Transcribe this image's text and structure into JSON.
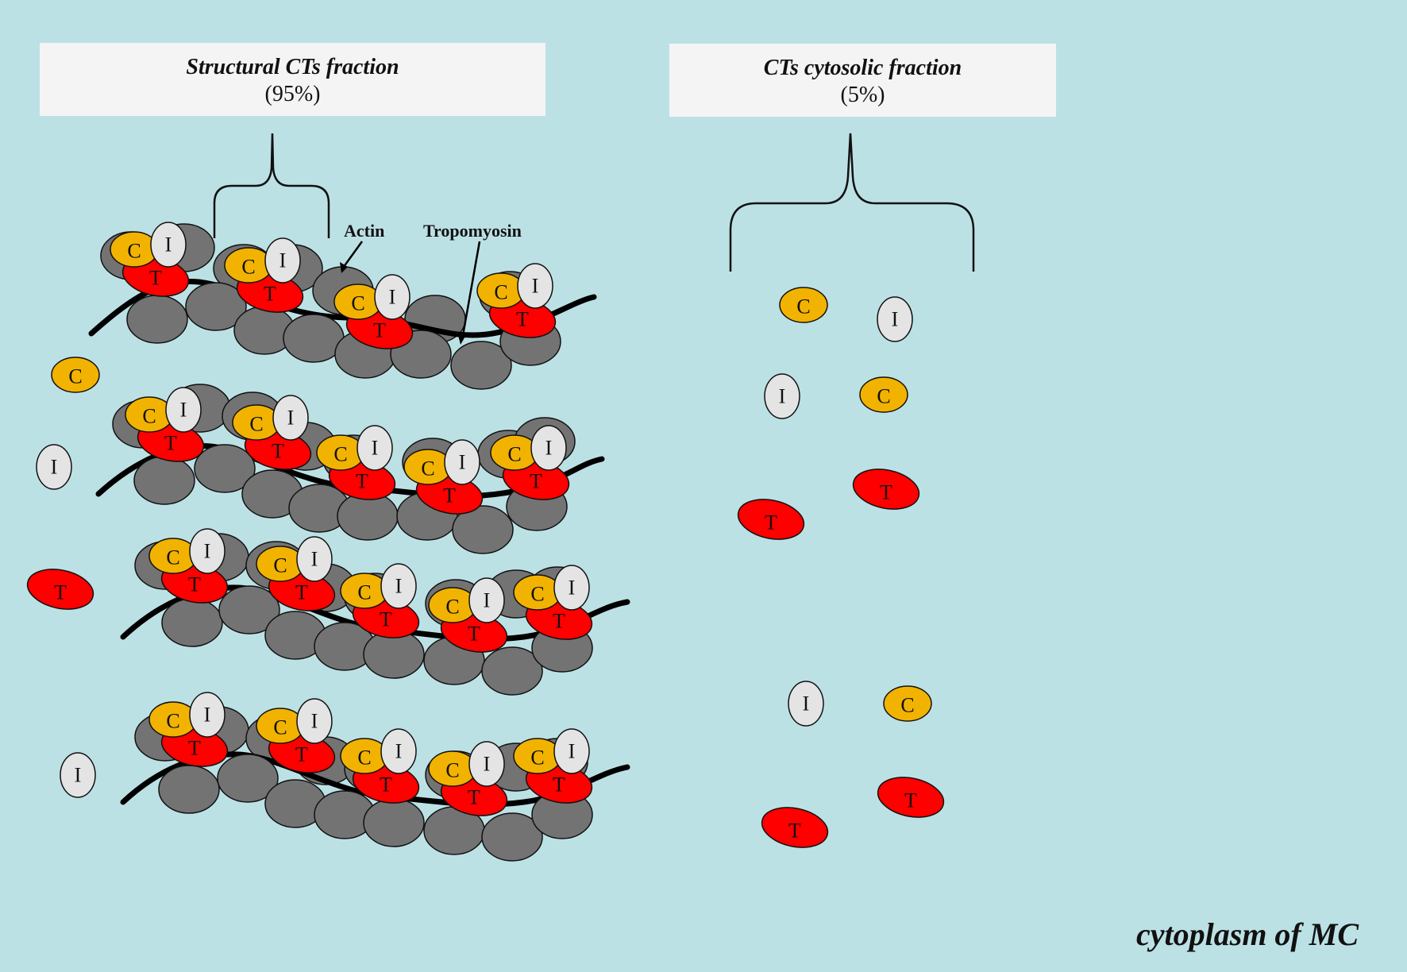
{
  "left_panel": {
    "title": "Structural CTs fraction",
    "percent": "(95%)"
  },
  "right_panel": {
    "title": "CTs cytosolic fraction",
    "percent": "(5%)"
  },
  "labels": {
    "actin": "Actin",
    "tropomyosin": "Tropomyosin"
  },
  "subunits": {
    "c": "C",
    "i": "I",
    "t": "T"
  },
  "footer": "cytoplasm of MC",
  "colors": {
    "background": "#bce1e5",
    "actin": "#737373",
    "troponin_c": "#f2b300",
    "troponin_i": "#e4e4e4",
    "troponin_t": "#ff0000"
  }
}
